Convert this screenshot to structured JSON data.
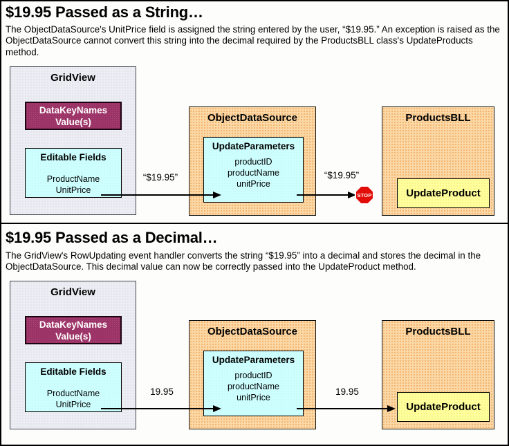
{
  "colors": {
    "orange_container": "#FBD8A6",
    "cyan_box": "#CEFFFF",
    "yellow_box": "#FFFF9C",
    "magenta_box": "#9C3367",
    "gridview_gray": "#EDEDF4",
    "stop_red": "#E20D09"
  },
  "sections": [
    {
      "heading": "$19.95 Passed as a String…",
      "description": "The ObjectDataSource's UnitPrice field is assigned the string entered by the user, “$19.95.” An exception is raised as the ObjectDataSource cannot convert this string into the decimal required by the ProductsBLL class's UpdateProducts method.",
      "gridview": {
        "title": "GridView",
        "datakeynames_line1": "DataKeyNames",
        "datakeynames_line2": "Value(s)",
        "editable_fields_title": "Editable Fields",
        "field1": "ProductName",
        "field2": "UnitPrice"
      },
      "objectdatasource": {
        "title": "ObjectDataSource",
        "updateparameters_title": "UpdateParameters",
        "param1": "productID",
        "param2": "productName",
        "param3": "unitPrice"
      },
      "productsbll": {
        "title": "ProductsBLL",
        "method": "UpdateProduct"
      },
      "arrow1_label": "“$19.95”",
      "arrow2_label": "“$19.95”",
      "stop_label": "STOP"
    },
    {
      "heading": "$19.95 Passed as a Decimal…",
      "description": "The GridView's RowUpdating event handler converts the string “$19.95” into a decimal and stores the decimal in the ObjectDataSource. This decimal value can now be correctly passed into the UpdateProduct method.",
      "gridview": {
        "title": "GridView",
        "datakeynames_line1": "DataKeyNames",
        "datakeynames_line2": "Value(s)",
        "editable_fields_title": "Editable Fields",
        "field1": "ProductName",
        "field2": "UnitPrice"
      },
      "objectdatasource": {
        "title": "ObjectDataSource",
        "updateparameters_title": "UpdateParameters",
        "param1": "productID",
        "param2": "productName",
        "param3": "unitPrice"
      },
      "productsbll": {
        "title": "ProductsBLL",
        "method": "UpdateProduct"
      },
      "arrow1_label": "19.95",
      "arrow2_label": "19.95"
    }
  ]
}
